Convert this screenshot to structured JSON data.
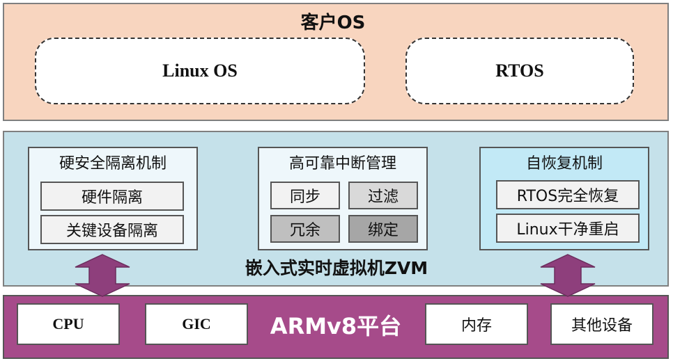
{
  "guest": {
    "title": "客户OS",
    "linux": "Linux OS",
    "rtos": "RTOS"
  },
  "zvm": {
    "title": "嵌入式实时虚拟机ZVM",
    "hw_isolation": {
      "title": "硬安全隔离机制",
      "items": [
        "硬件隔离",
        "关键设备隔离"
      ]
    },
    "interrupt": {
      "title": "高可靠中断管理",
      "items": [
        "同步",
        "过滤",
        "冗余",
        "绑定"
      ]
    },
    "recovery": {
      "title": "自恢复机制",
      "items": [
        "RTOS完全恢复",
        "Linux干净重启"
      ]
    }
  },
  "platform": {
    "title": "ARMv8平台",
    "cpu": "CPU",
    "gic": "GIC",
    "memory": "内存",
    "other": "其他设备"
  },
  "colors": {
    "guest_bg": "#f8d5bf",
    "zvm_bg": "#c5e1ea",
    "platform_bg": "#a64b8a",
    "arrow": "#8e3f7c"
  }
}
